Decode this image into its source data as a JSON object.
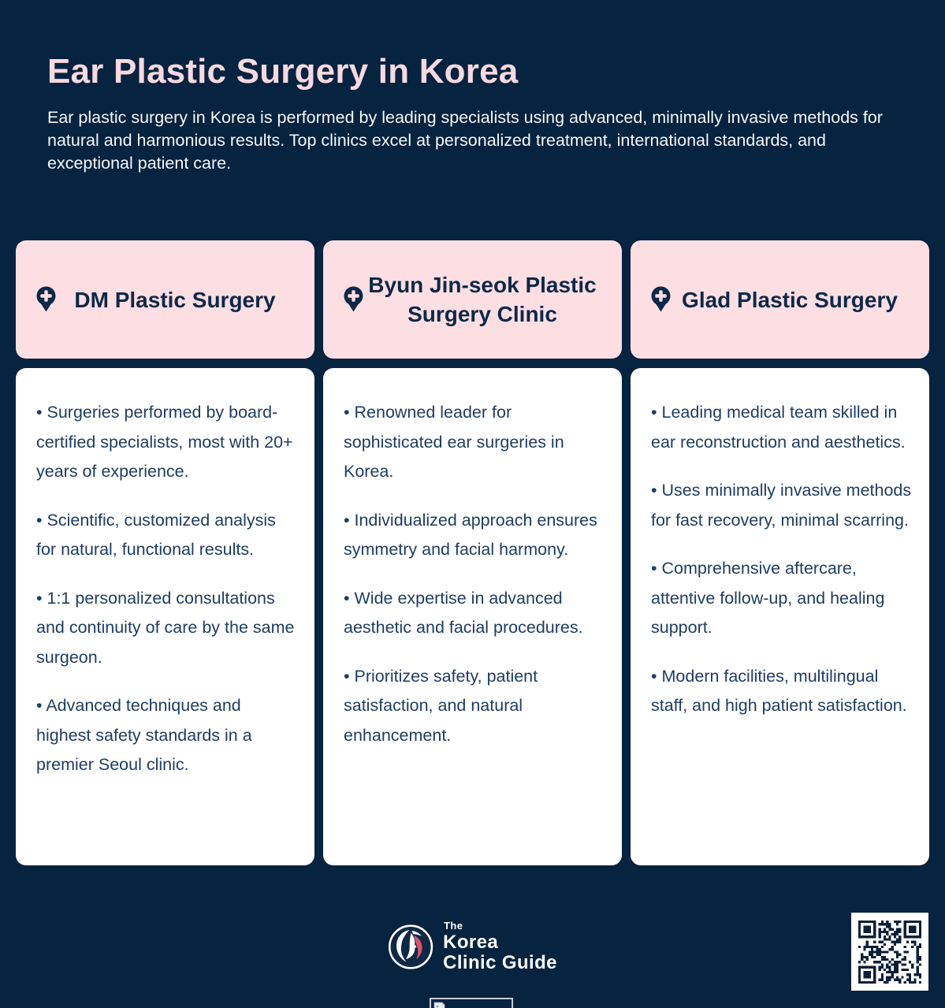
{
  "page": {
    "title": "Ear Plastic Surgery in Korea",
    "description": "Ear plastic surgery in Korea is performed by leading specialists using advanced, minimally invasive methods for natural and harmonious results. Top clinics excel at personalized treatment, international standards, and exceptional patient care."
  },
  "colors": {
    "background": "#062340",
    "card_header_bg": "#fcdee3",
    "title_pink": "#f7d9df",
    "card_header_text": "#0d2946",
    "card_body_text": "#1e3d63",
    "logo_accent_red": "#dd5268"
  },
  "cards": [
    {
      "title": "DM Plastic Surgery",
      "bullets": [
        "• Surgeries performed by board-certified specialists, most with 20+ years of experience.",
        "• Scientific, customized analysis for natural, functional results.",
        "• 1:1 personalized consultations and continuity of care by the same surgeon.",
        "• Advanced techniques and highest safety standards in a premier Seoul clinic."
      ]
    },
    {
      "title": "Byun Jin-seok Plastic Surgery Clinic",
      "bullets": [
        "• Renowned leader for sophisticated ear surgeries in Korea.",
        "• Individualized approach ensures symmetry and facial harmony.",
        "• Wide expertise in advanced aesthetic and facial procedures.",
        "• Prioritizes safety, patient satisfaction, and natural enhancement."
      ]
    },
    {
      "title": "Glad Plastic Surgery",
      "bullets": [
        "• Leading medical team skilled in ear reconstruction and aesthetics.",
        "• Uses minimally invasive methods for fast recovery, minimal scarring.",
        "• Comprehensive aftercare, attentive follow-up, and healing support.",
        "• Modern facilities, multilingual staff, and high patient satisfaction."
      ]
    }
  ],
  "footer": {
    "logo": {
      "line1": "The",
      "line2": "Korea",
      "line3": "Clinic Guide"
    }
  },
  "icons": {
    "card_icon": "medical-location-pin-icon",
    "footer_icons": [
      "korea-clinic-guide-logo",
      "qr-code",
      "broken-image-placeholder"
    ]
  }
}
